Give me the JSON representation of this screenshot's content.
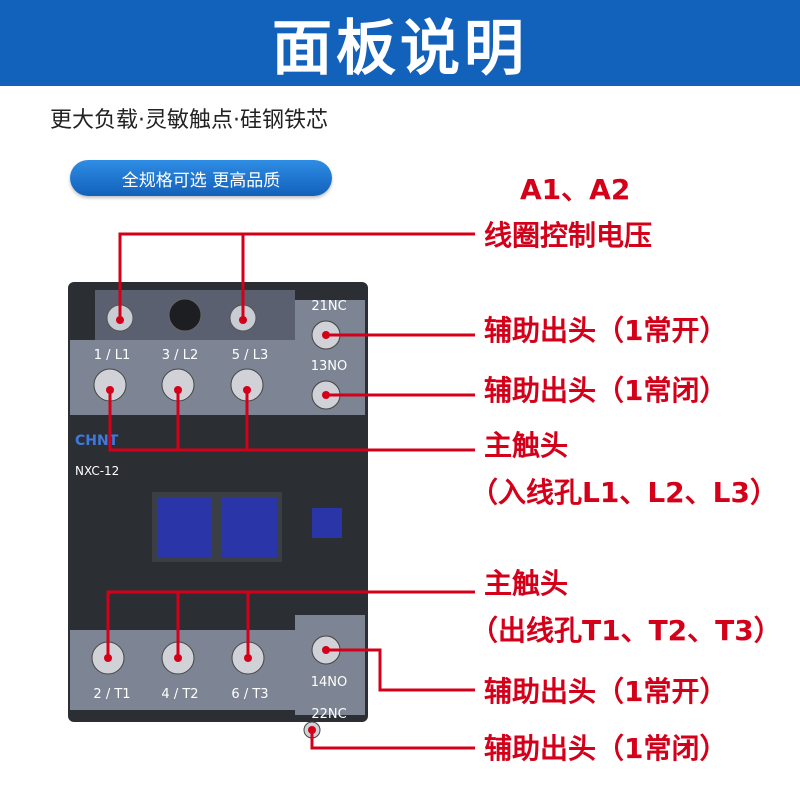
{
  "banner": {
    "title": "面板说明"
  },
  "tagline": "更大负载·灵敏触点·硅钢铁芯",
  "pill": "全规格可选 更高品质",
  "device": {
    "brand": "CHNT",
    "model": "NXC-12",
    "top_terminals": [
      "1 / L1",
      "3 / L2",
      "5 / L3"
    ],
    "bottom_terminals": [
      "2 / T1",
      "4 / T2",
      "6 / T3"
    ],
    "aux_labels": [
      "21NC",
      "13NO",
      "14NO",
      "22NC"
    ]
  },
  "callouts": {
    "coil_line1": "A1、A2",
    "coil_line2": "线圈控制电压",
    "aux_top_1": "辅助出头（1常开）",
    "aux_top_2": "辅助出头（1常闭）",
    "main_in_line1": "主触头",
    "main_in_line2": "（入线孔L1、L2、L3）",
    "main_out_line1": "主触头",
    "main_out_line2": "（出线孔T1、T2、T3）",
    "aux_bot_1": "辅助出头（1常开）",
    "aux_bot_2": "辅助出头（1常闭）"
  },
  "colors": {
    "banner": "#1261bb",
    "callout": "#d4001a",
    "body": "#3b3f46",
    "label_plate": "#7d8594",
    "button": "#2a35a8"
  }
}
